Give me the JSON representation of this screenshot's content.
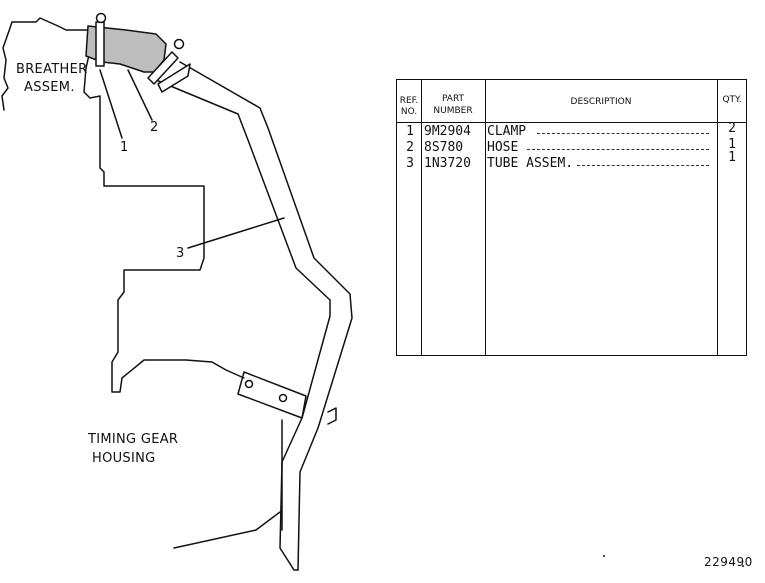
{
  "labels": {
    "breather_line1": "BREATHER",
    "breather_line2": "ASSEM.",
    "timing_line1": "TIMING GEAR",
    "timing_line2": "HOUSING"
  },
  "callouts": {
    "c1": "1",
    "c2": "2",
    "c3": "3"
  },
  "table": {
    "headers": {
      "ref_line1": "REF.",
      "ref_line2": "NO.",
      "part_line1": "PART",
      "part_line2": "NUMBER",
      "description": "DESCRIPTION",
      "qty": "QTY."
    },
    "rows": [
      {
        "ref": "1",
        "part_number": "9M2904",
        "description": "CLAMP",
        "qty": "2"
      },
      {
        "ref": "2",
        "part_number": "8S780",
        "description": "HOSE",
        "qty": "1"
      },
      {
        "ref": "3",
        "part_number": "1N3720",
        "description": "TUBE ASSEM.",
        "qty": "1"
      }
    ]
  },
  "drawing_number": "229490"
}
